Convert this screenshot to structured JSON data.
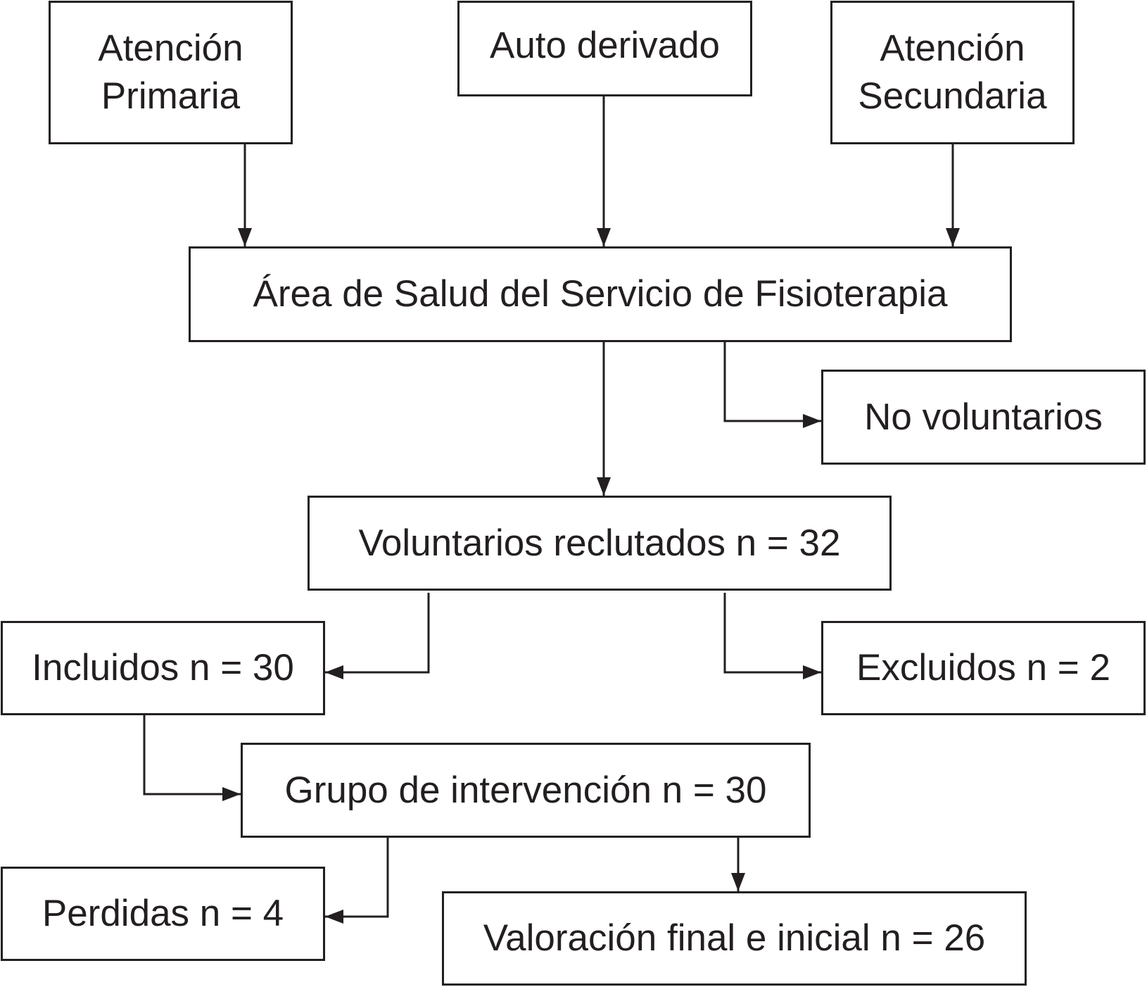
{
  "colors": {
    "stroke": "#231f20",
    "text": "#231f20",
    "background": "#ffffff"
  },
  "nodes": {
    "atencion_primaria": {
      "line1": "Atención",
      "line2": "Primaria"
    },
    "auto_derivado": {
      "label": "Auto derivado"
    },
    "atencion_secundaria": {
      "line1": "Atención",
      "line2": "Secundaria"
    },
    "area_salud": {
      "label": "Área de Salud del Servicio de Fisioterapia"
    },
    "no_voluntarios": {
      "label": "No voluntarios"
    },
    "voluntarios": {
      "label": "Voluntarios reclutados n = 32"
    },
    "incluidos": {
      "label": "Incluidos n = 30"
    },
    "excluidos": {
      "label": "Excluidos n = 2"
    },
    "grupo": {
      "label": "Grupo de intervención n = 30"
    },
    "perdidas": {
      "label": "Perdidas n = 4"
    },
    "valoracion": {
      "label": "Valoración final e inicial n = 26"
    }
  },
  "edges": [
    {
      "from": "atencion_primaria",
      "to": "area_salud"
    },
    {
      "from": "auto_derivado",
      "to": "area_salud"
    },
    {
      "from": "atencion_secundaria",
      "to": "area_salud"
    },
    {
      "from": "area_salud",
      "to": "no_voluntarios"
    },
    {
      "from": "area_salud",
      "to": "voluntarios"
    },
    {
      "from": "voluntarios",
      "to": "incluidos"
    },
    {
      "from": "voluntarios",
      "to": "excluidos"
    },
    {
      "from": "incluidos",
      "to": "grupo"
    },
    {
      "from": "grupo",
      "to": "perdidas"
    },
    {
      "from": "grupo",
      "to": "valoracion"
    }
  ]
}
